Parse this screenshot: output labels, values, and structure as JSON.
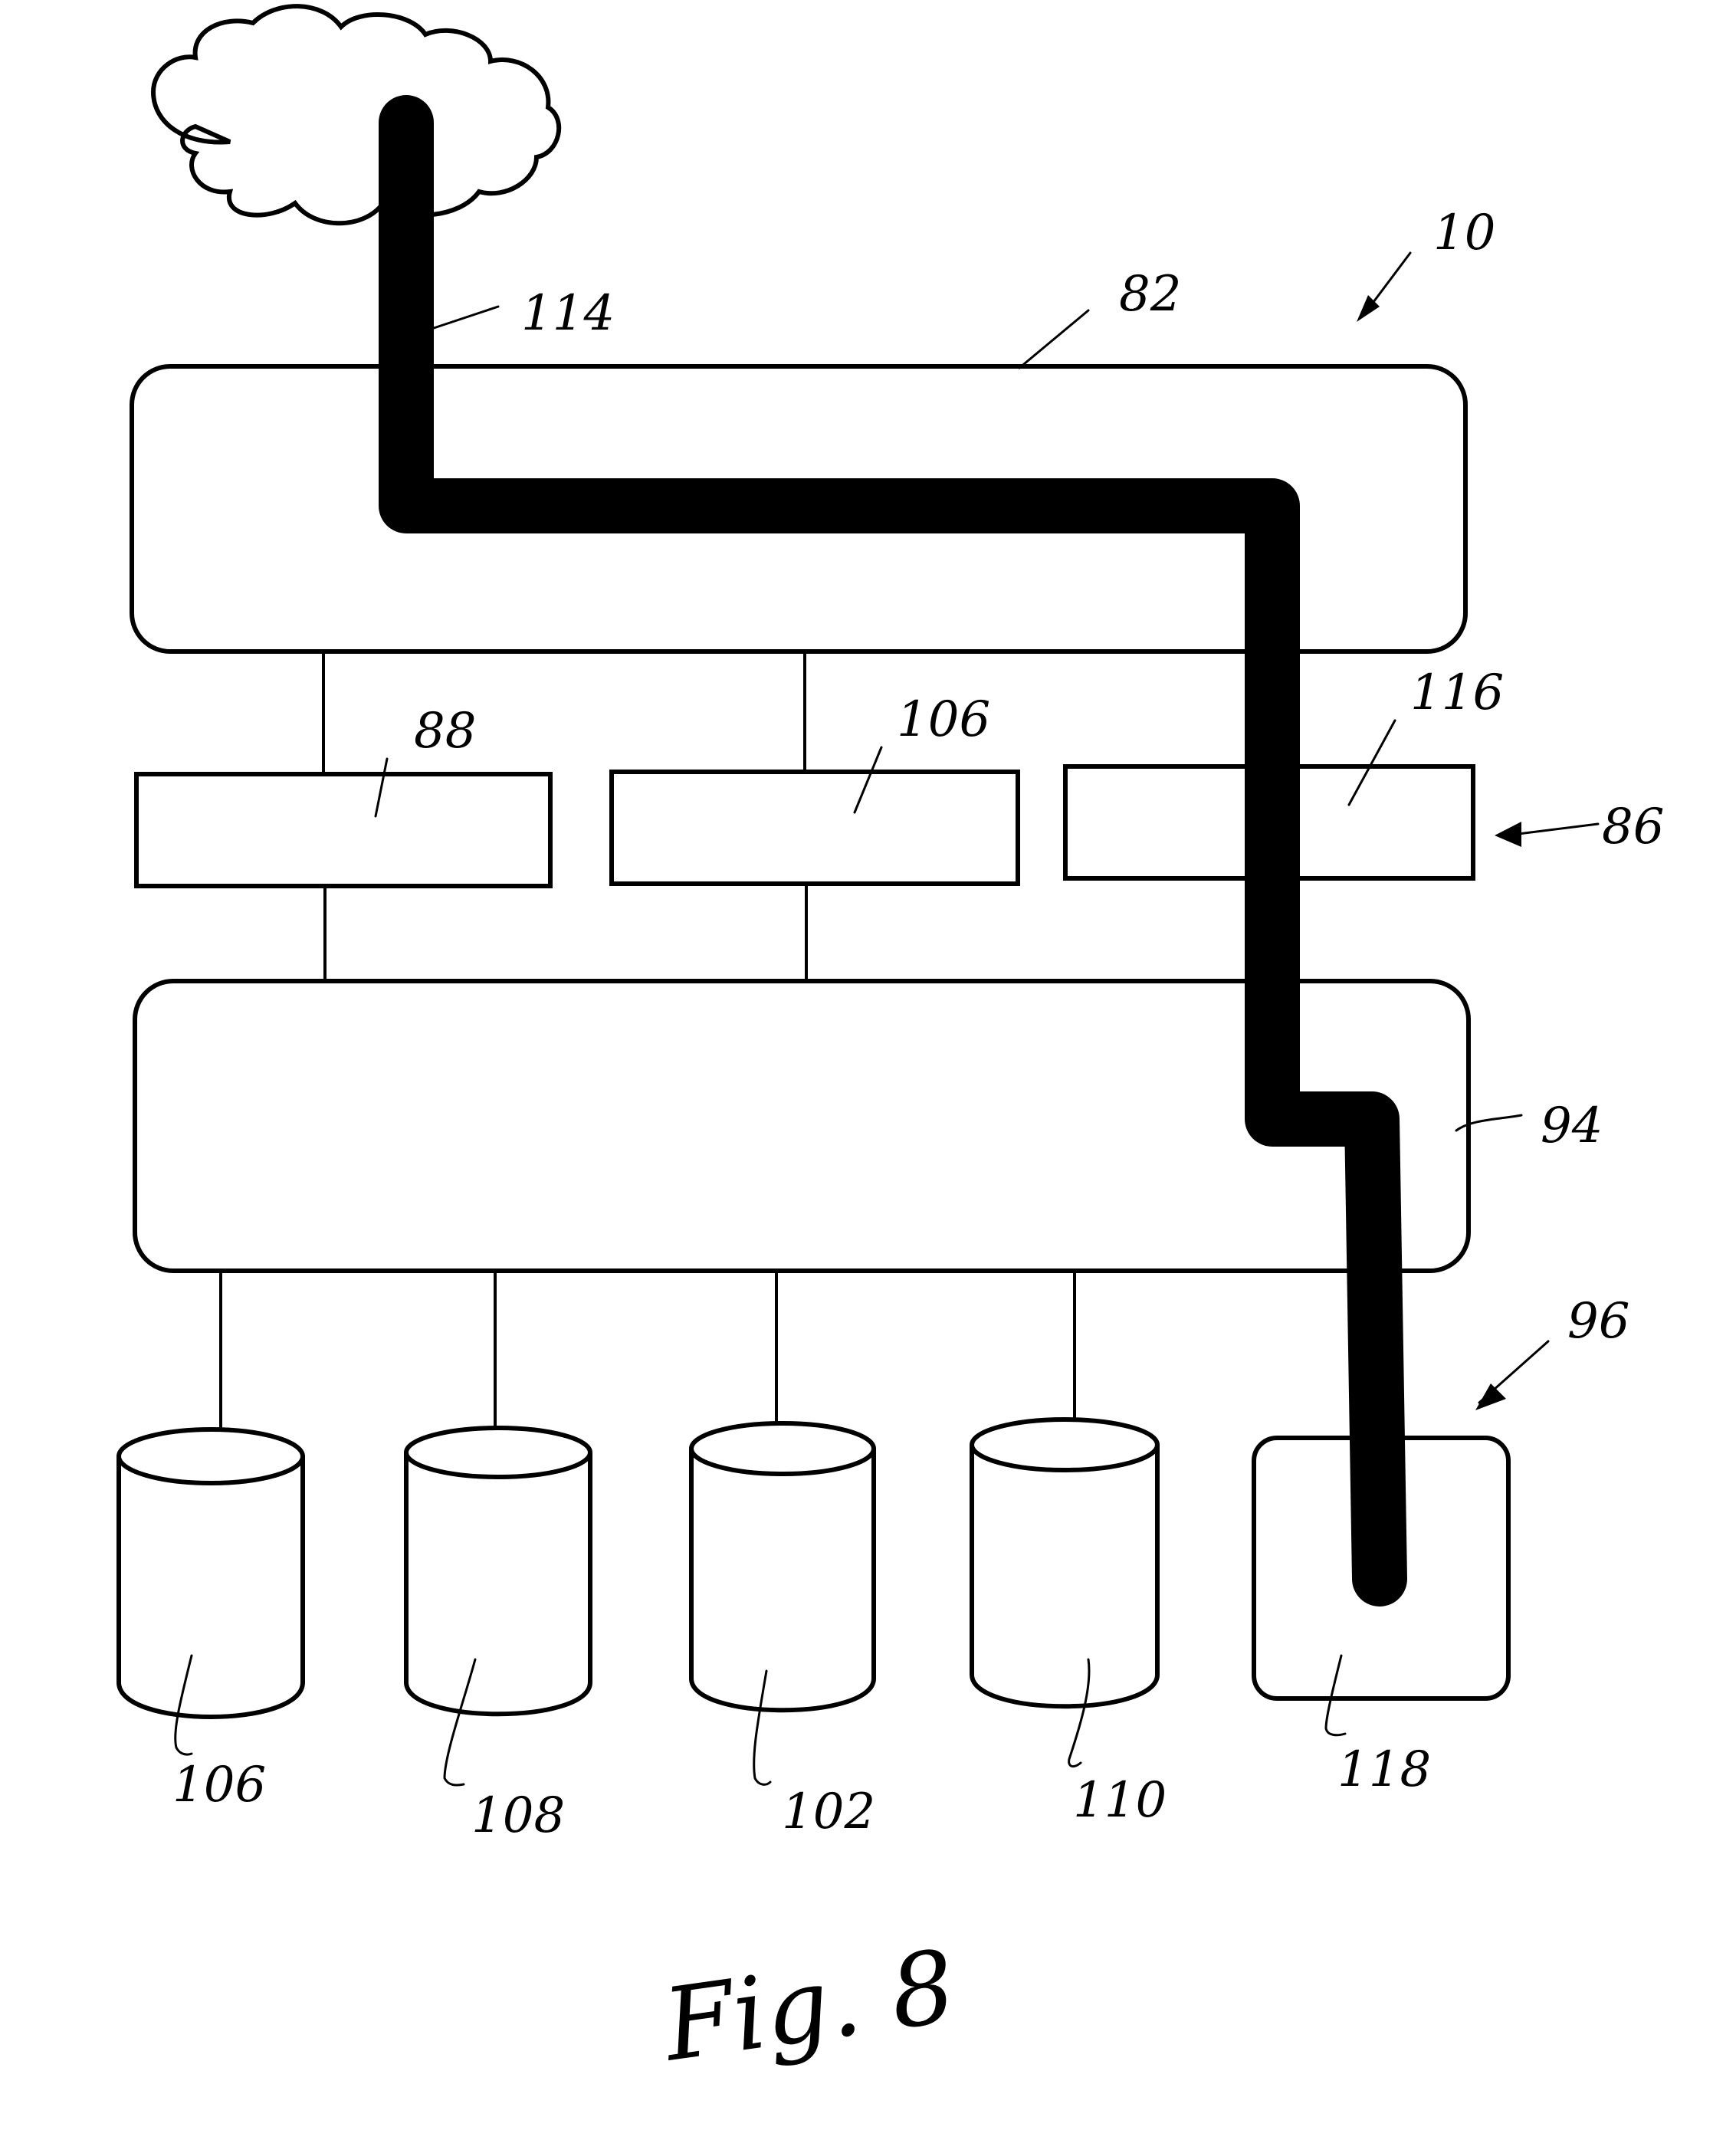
{
  "figure": {
    "title": "Fig. 8",
    "system_ref": "10"
  },
  "network_cloud": {
    "name": "network"
  },
  "path": {
    "ref": "114",
    "color": "#000000"
  },
  "blocks": {
    "top_block": {
      "ref": "82"
    },
    "middle_group": {
      "group_ref": "86",
      "items": [
        {
          "ref": "88"
        },
        {
          "ref": "106"
        },
        {
          "ref": "116"
        }
      ]
    },
    "bottom_block": {
      "ref": "94"
    },
    "storage_group": {
      "group_ref": "96",
      "cylinders": [
        {
          "ref": "106"
        },
        {
          "ref": "108"
        },
        {
          "ref": "102"
        },
        {
          "ref": "110"
        }
      ],
      "end_device": {
        "ref": "118"
      }
    }
  }
}
